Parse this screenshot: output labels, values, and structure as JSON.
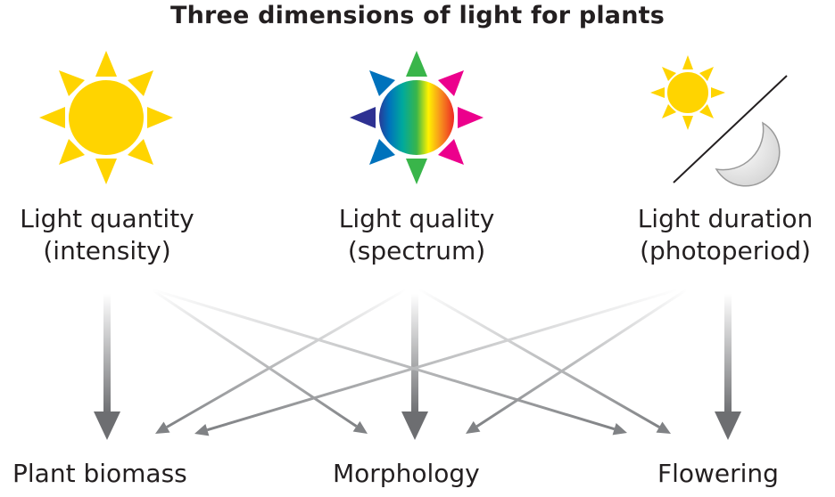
{
  "title": "Three dimensions of light for plants",
  "dimensions": [
    {
      "line1": "Light quantity",
      "line2": "(intensity)",
      "icon": "sun-yellow-icon"
    },
    {
      "line1": "Light quality",
      "line2": "(spectrum)",
      "icon": "rainbow-sun-icon"
    },
    {
      "line1": "Light duration",
      "line2": "(photoperiod)",
      "icon": "sun-moon-icon"
    }
  ],
  "outcomes": [
    {
      "label": "Plant biomass"
    },
    {
      "label": "Morphology"
    },
    {
      "label": "Flowering"
    }
  ],
  "colors": {
    "sun": "#ffd400",
    "text": "#231f20",
    "arrow": "#6d6e71",
    "moon": "#d8d8d8"
  }
}
